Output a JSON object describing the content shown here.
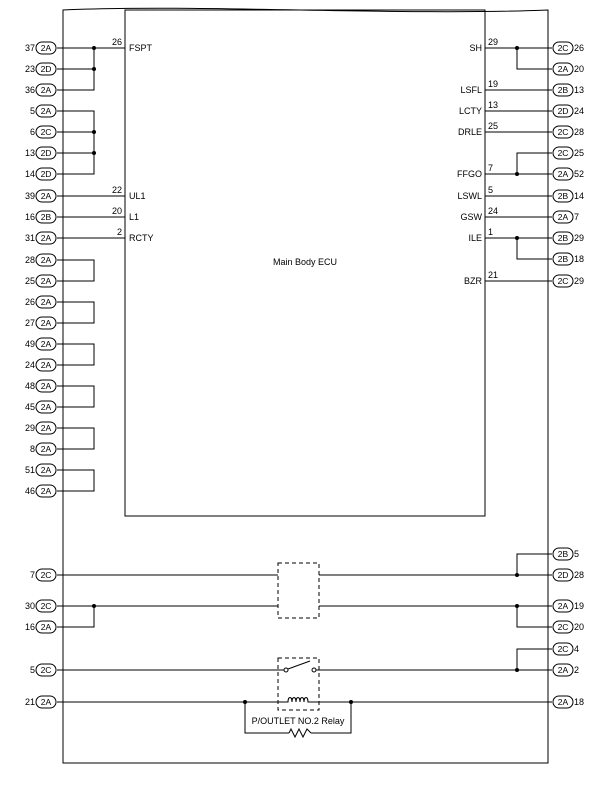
{
  "ecu": {
    "name": "Main Body ECU",
    "left_pins": [
      {
        "pin": "26",
        "signal": "FSPT"
      },
      {
        "pin": "22",
        "signal": "UL1"
      },
      {
        "pin": "20",
        "signal": "L1"
      },
      {
        "pin": "2",
        "signal": "RCTY"
      }
    ],
    "right_pins": [
      {
        "pin": "29",
        "signal": "SH"
      },
      {
        "pin": "19",
        "signal": "LSFL"
      },
      {
        "pin": "13",
        "signal": "LCTY"
      },
      {
        "pin": "25",
        "signal": "DRLE"
      },
      {
        "pin": "7",
        "signal": "FFGO"
      },
      {
        "pin": "5",
        "signal": "LSWL"
      },
      {
        "pin": "24",
        "signal": "GSW"
      },
      {
        "pin": "1",
        "signal": "ILE"
      },
      {
        "pin": "21",
        "signal": "BZR"
      }
    ]
  },
  "left_terminals": [
    {
      "num": "37",
      "conn": "2A"
    },
    {
      "num": "23",
      "conn": "2D"
    },
    {
      "num": "36",
      "conn": "2A"
    },
    {
      "num": "5",
      "conn": "2A"
    },
    {
      "num": "6",
      "conn": "2C"
    },
    {
      "num": "13",
      "conn": "2D"
    },
    {
      "num": "14",
      "conn": "2D"
    },
    {
      "num": "39",
      "conn": "2A"
    },
    {
      "num": "16",
      "conn": "2B"
    },
    {
      "num": "31",
      "conn": "2A"
    },
    {
      "num": "28",
      "conn": "2A"
    },
    {
      "num": "25",
      "conn": "2A"
    },
    {
      "num": "26",
      "conn": "2A"
    },
    {
      "num": "27",
      "conn": "2A"
    },
    {
      "num": "49",
      "conn": "2A"
    },
    {
      "num": "24",
      "conn": "2A"
    },
    {
      "num": "48",
      "conn": "2A"
    },
    {
      "num": "45",
      "conn": "2A"
    },
    {
      "num": "29",
      "conn": "2A"
    },
    {
      "num": "8",
      "conn": "2A"
    },
    {
      "num": "51",
      "conn": "2A"
    },
    {
      "num": "46",
      "conn": "2A"
    },
    {
      "num": "7",
      "conn": "2C"
    },
    {
      "num": "30",
      "conn": "2C"
    },
    {
      "num": "16",
      "conn": "2A"
    },
    {
      "num": "5",
      "conn": "2C"
    },
    {
      "num": "21",
      "conn": "2A"
    }
  ],
  "right_terminals": [
    {
      "num": "26",
      "conn": "2C"
    },
    {
      "num": "20",
      "conn": "2A"
    },
    {
      "num": "13",
      "conn": "2B"
    },
    {
      "num": "24",
      "conn": "2D"
    },
    {
      "num": "28",
      "conn": "2C"
    },
    {
      "num": "25",
      "conn": "2C"
    },
    {
      "num": "52",
      "conn": "2A"
    },
    {
      "num": "14",
      "conn": "2B"
    },
    {
      "num": "7",
      "conn": "2A"
    },
    {
      "num": "29",
      "conn": "2B"
    },
    {
      "num": "18",
      "conn": "2B"
    },
    {
      "num": "29",
      "conn": "2C"
    },
    {
      "num": "5",
      "conn": "2B"
    },
    {
      "num": "28",
      "conn": "2D"
    },
    {
      "num": "19",
      "conn": "2A"
    },
    {
      "num": "20",
      "conn": "2C"
    },
    {
      "num": "4",
      "conn": "2C"
    },
    {
      "num": "2",
      "conn": "2A"
    },
    {
      "num": "18",
      "conn": "2A"
    }
  ],
  "relay": {
    "name": "P/OUTLET NO.2 Relay"
  }
}
